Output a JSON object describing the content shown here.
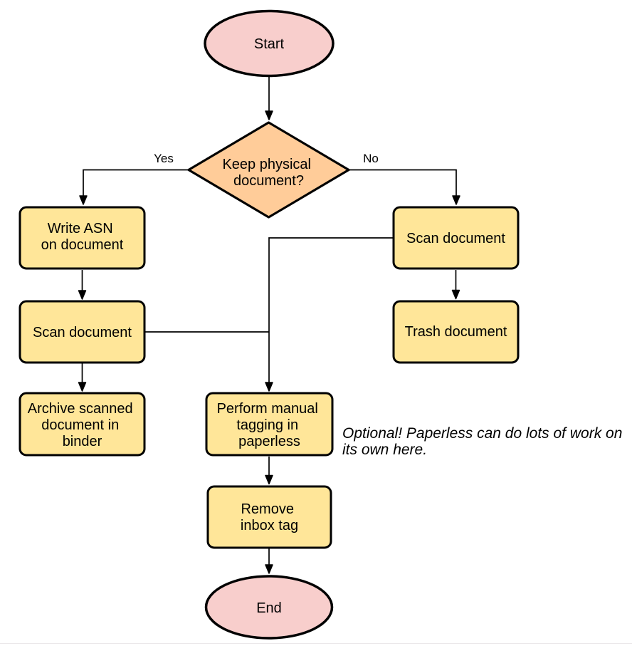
{
  "colors": {
    "terminator_fill": "#f8cecc",
    "decision_fill": "#ffcc99",
    "process_fill": "#ffe699",
    "stroke": "#000000",
    "background": "#ffffff",
    "bottom_divider": "#ebe8ea"
  },
  "nodes": {
    "start": {
      "type": "terminator",
      "label": "Start"
    },
    "decision": {
      "type": "decision",
      "label": "Keep physical document?",
      "lines": [
        "Keep physical",
        "document?"
      ]
    },
    "write_asn": {
      "type": "process",
      "label": "Write ASN on document",
      "lines": [
        "Write ASN",
        "on document"
      ]
    },
    "scan_left": {
      "type": "process",
      "label": "Scan document"
    },
    "archive": {
      "type": "process",
      "label": "Archive scanned document in binder",
      "lines": [
        "Archive scanned",
        "document in",
        "binder"
      ]
    },
    "scan_right": {
      "type": "process",
      "label": "Scan document"
    },
    "trash": {
      "type": "process",
      "label": "Trash document"
    },
    "tagging": {
      "type": "process",
      "label": "Perform manual tagging in paperless",
      "lines": [
        "Perform manual",
        "tagging in",
        "paperless"
      ]
    },
    "remove_inbox": {
      "type": "process",
      "label": "Remove inbox tag",
      "lines": [
        "Remove",
        "inbox tag"
      ]
    },
    "end": {
      "type": "terminator",
      "label": "End"
    }
  },
  "edges": {
    "yes_label": "Yes",
    "no_label": "No",
    "list": [
      {
        "from": "start",
        "to": "decision",
        "label": ""
      },
      {
        "from": "decision",
        "to": "write_asn",
        "label": "Yes"
      },
      {
        "from": "decision",
        "to": "scan_right",
        "label": "No"
      },
      {
        "from": "write_asn",
        "to": "scan_left",
        "label": ""
      },
      {
        "from": "scan_left",
        "to": "archive",
        "label": ""
      },
      {
        "from": "scan_right",
        "to": "trash",
        "label": ""
      },
      {
        "from": "scan_right",
        "to": "tagging",
        "label": ""
      },
      {
        "from": "scan_left",
        "to": "tagging",
        "label": ""
      },
      {
        "from": "tagging",
        "to": "remove_inbox",
        "label": ""
      },
      {
        "from": "remove_inbox",
        "to": "end",
        "label": ""
      }
    ]
  },
  "note": {
    "text": "Optional! Paperless can do lots of work on its own here.",
    "lines": [
      "Optional! Paperless can do lots of work on",
      "its own here."
    ]
  }
}
